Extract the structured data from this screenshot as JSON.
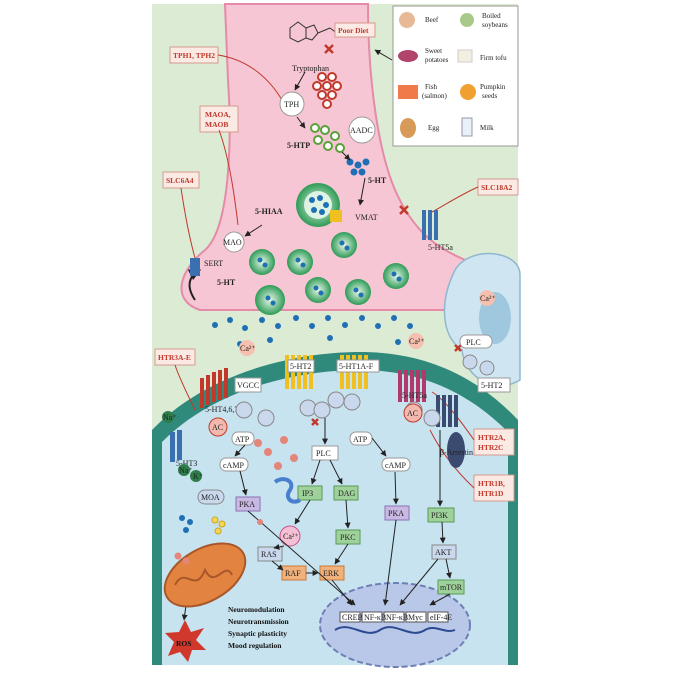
{
  "foods": [
    "Beef",
    "Boiled",
    "soybeans",
    "Sweet",
    "potatoes",
    "Firm tofu",
    "Fish",
    "(salmon)",
    "Pumpkin",
    "seeds",
    "Egg",
    "Milk"
  ],
  "genes": [
    "TPH1, TPH2",
    "MAOA,",
    "MAOB",
    "SLC6A4",
    "SLC18A2",
    "HTR3A-E",
    "HTR2A,",
    "HTR2C",
    "HTR1B,",
    "HTR1D"
  ],
  "poor_diet": "Poor Diet",
  "labels": {
    "tryptophan": "Tryptophan",
    "tph": "TPH",
    "htp": "5-HTP",
    "aadc": "AADC",
    "ht": "5-HT",
    "hiaa": "5-HIAA",
    "mao": "MAO",
    "vmat": "VMAT",
    "sert": "SERT",
    "ca": "Ca²⁺",
    "plc": "PLC",
    "vgcc": "VGCC",
    "ac": "AC",
    "atp": "ATP",
    "camp": "cAMP",
    "pka": "PKA",
    "moa": "MOA",
    "ip3": "IP3",
    "dag": "DAG",
    "pkc": "PKC",
    "ras": "RAS",
    "raf": "RAF",
    "erk": "ERK",
    "pi3k": "PI3K",
    "akt": "AKT",
    "mtor": "mTOR",
    "na": "Na⁺",
    "k": "K⁺",
    "arrestin": "β-Arrestin",
    "ros": "ROS"
  },
  "receptors": {
    "r467": "5-HT4,6,7",
    "r2": "5-HT2",
    "r1af": "5-HT1A-F",
    "r5a": "5-HT5a",
    "r3": "5-HT3"
  },
  "tfs": [
    "CREB",
    "NF-κB",
    "NF-κB",
    "Myc",
    "eIF-4E"
  ],
  "outcomes": [
    "Neuromodulation",
    "Neurotransmission",
    "Synaptic plasticity",
    "Mood regulation"
  ]
}
